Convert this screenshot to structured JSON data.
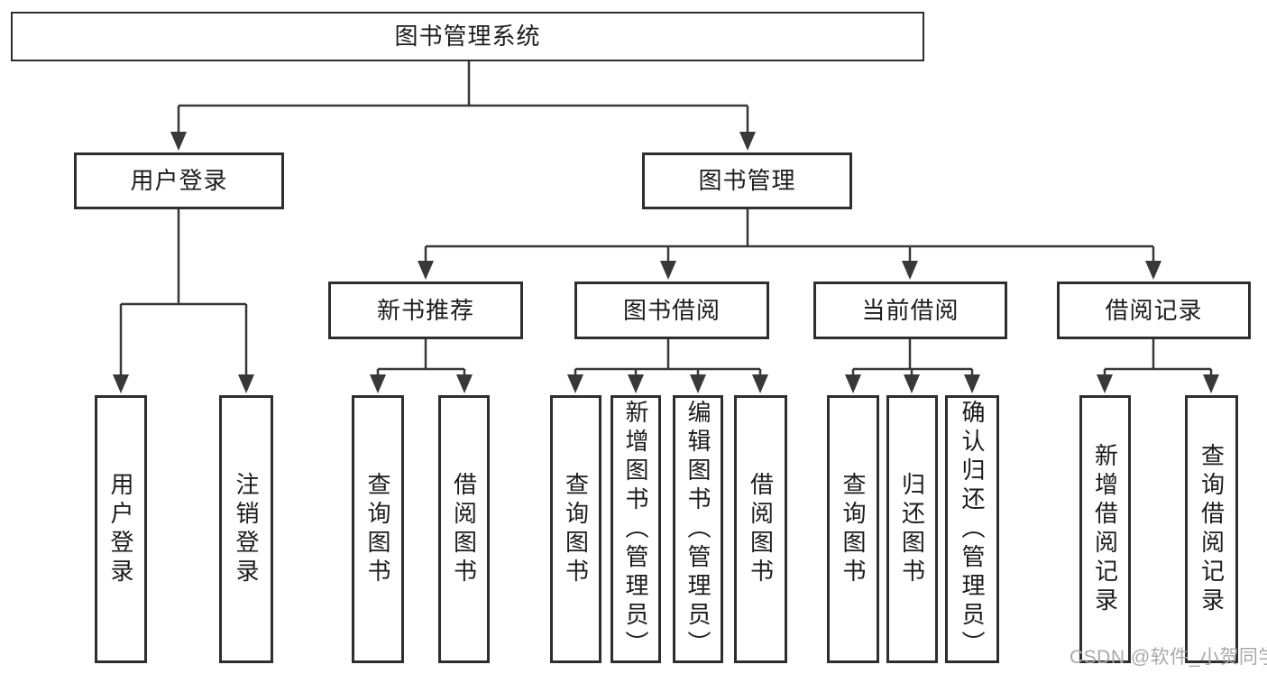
{
  "diagram": {
    "root": "图书管理系统",
    "level2": [
      "用户登录",
      "图书管理"
    ],
    "level3": [
      "新书推荐",
      "图书借阅",
      "当前借阅",
      "借阅记录"
    ],
    "leaves": [
      [
        "用户登录",
        "注销登录"
      ],
      [
        "查询图书",
        "借阅图书"
      ],
      [
        "查询图书",
        "新增图书（管理员）",
        "编辑图书（管理员）",
        "借阅图书"
      ],
      [
        "查询图书",
        "归还图书",
        "确认归还（管理员）"
      ],
      [
        "新增借阅记录",
        "查询借阅记录"
      ]
    ]
  },
  "watermark": "CSDN @软件_小贺同学",
  "colors": {
    "background": "#ffffff",
    "box_border": "#2e2e2e",
    "connector_line": "#383838",
    "text": "#1c1c1c",
    "watermark_text": "#a8a8a8"
  }
}
